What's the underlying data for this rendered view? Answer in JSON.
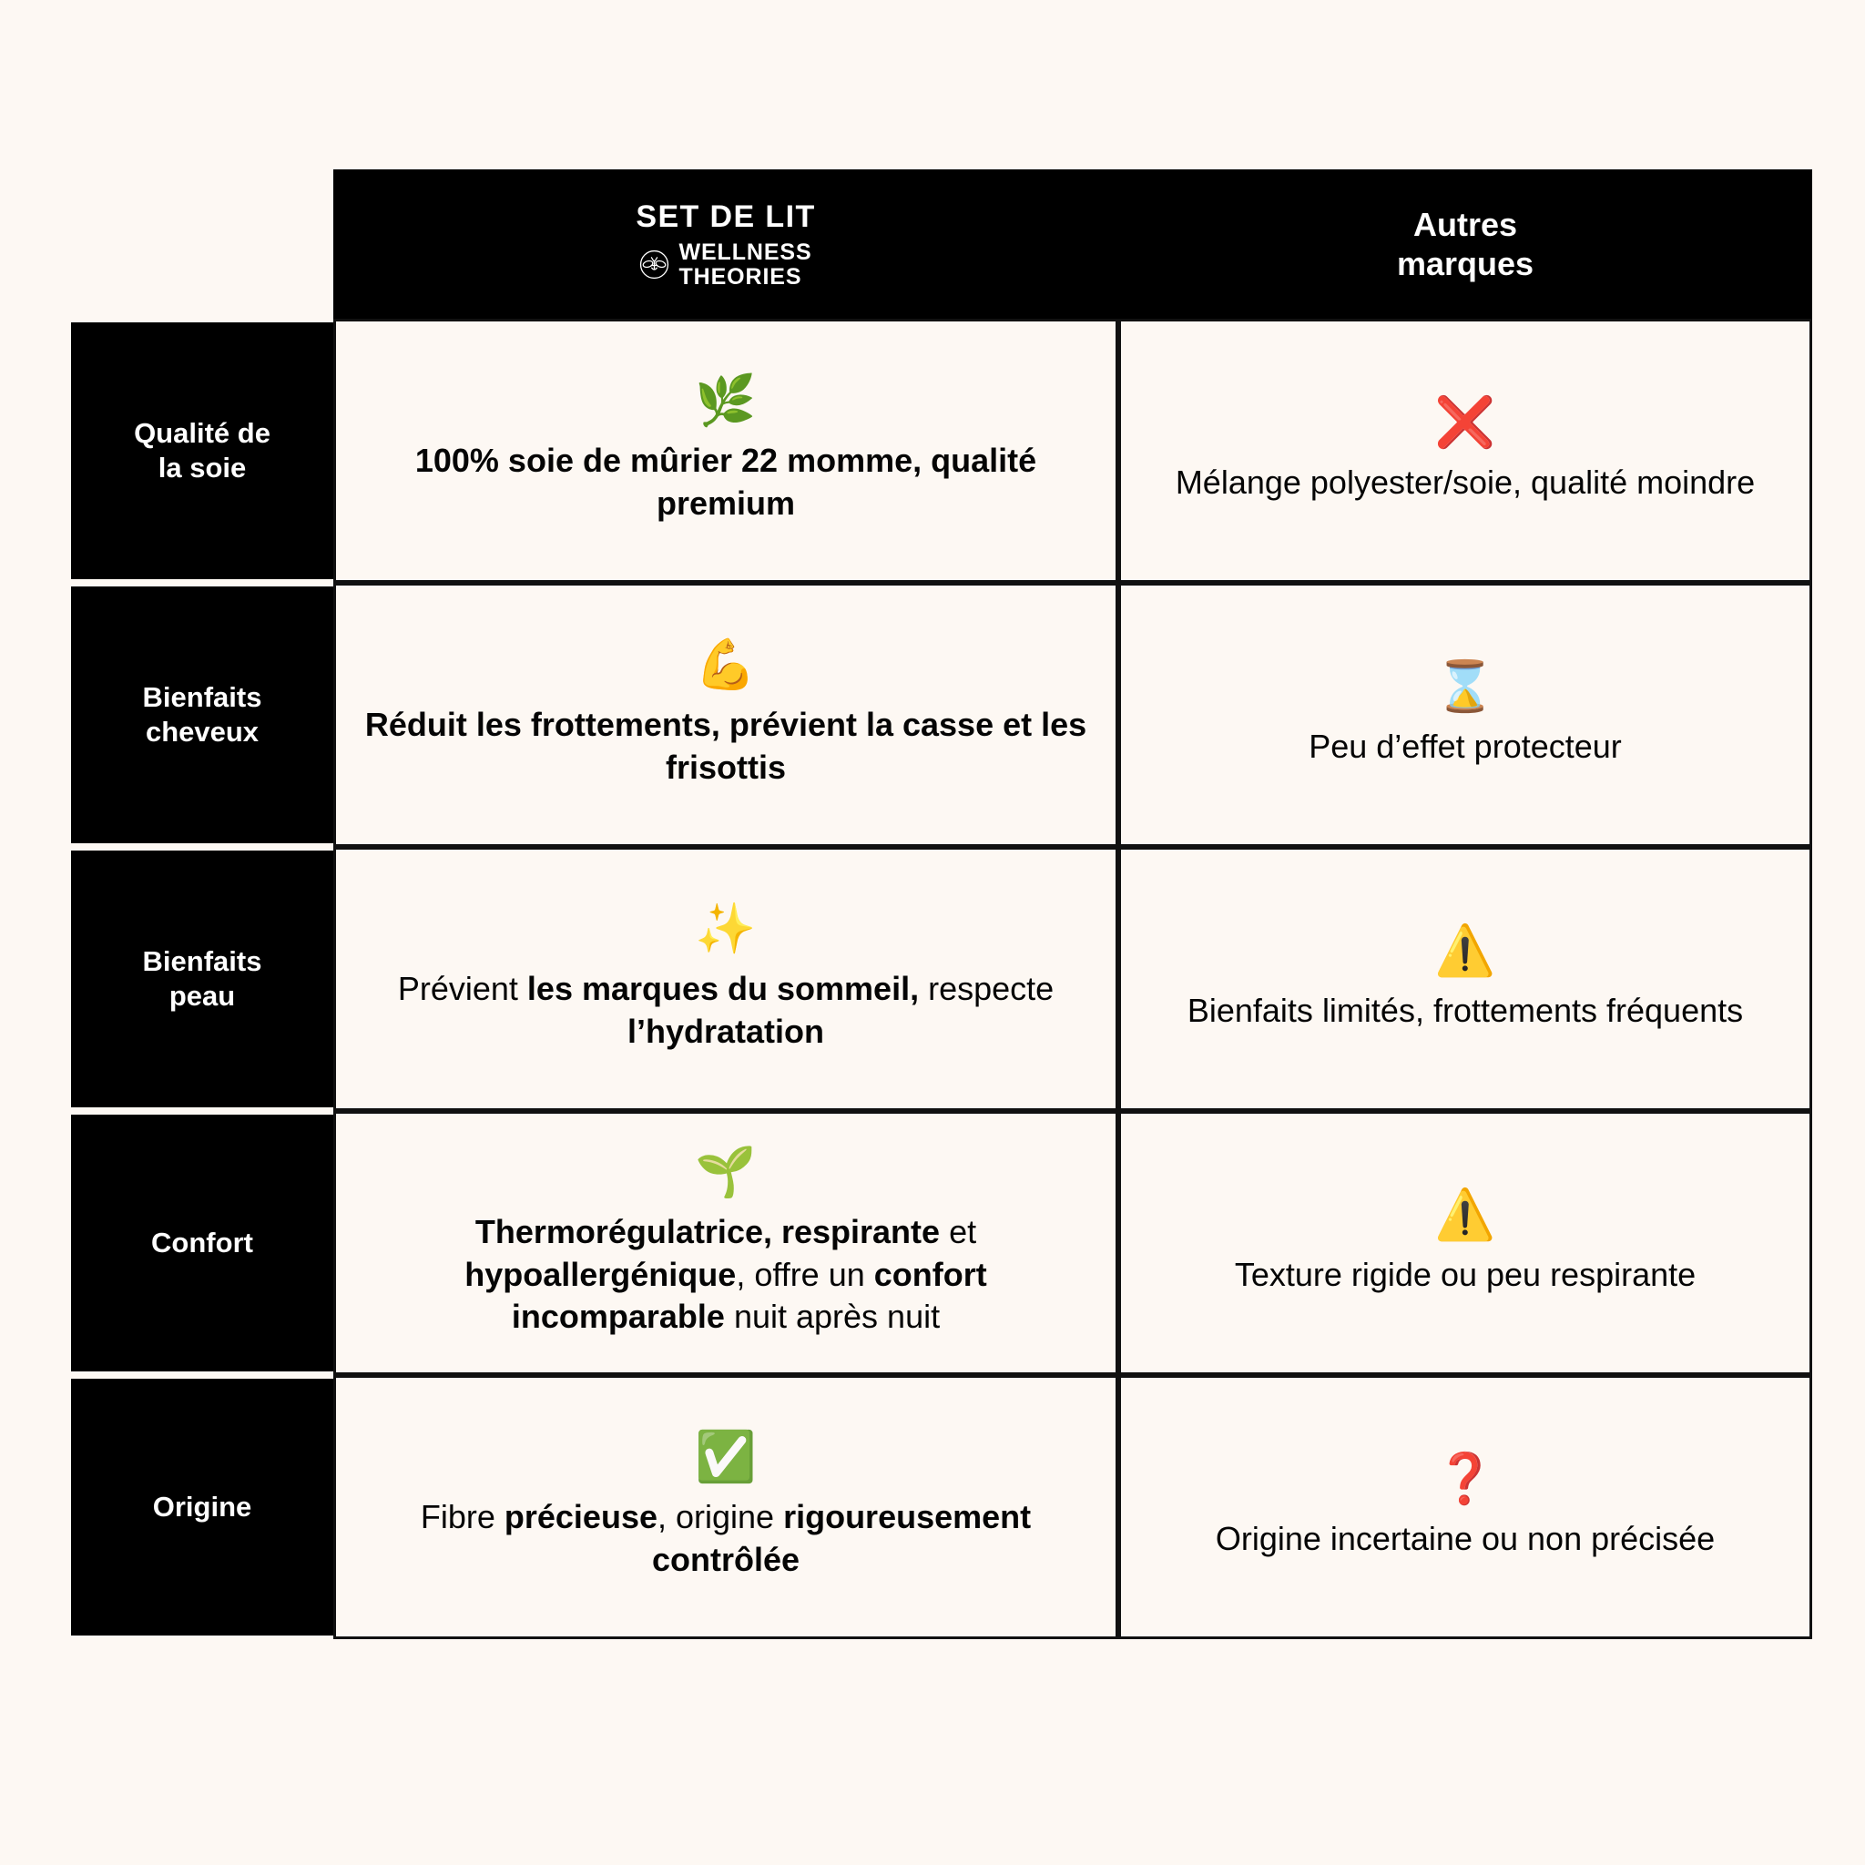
{
  "page": {
    "background_color": "#FDF8F3",
    "ink_color": "#000000"
  },
  "header": {
    "label_column_header": "",
    "brand": {
      "title": "SET DE LIT",
      "wordmark_line1": "WELLNESS",
      "wordmark_line2": "THEORIES",
      "logo_icon": "bee-circle-icon"
    },
    "other": {
      "title": "Autres\nmarques"
    }
  },
  "comparison_table": {
    "type": "table",
    "columns": [
      "",
      "SET DE LIT WELLNESS THEORIES",
      "Autres marques"
    ],
    "rows": [
      {
        "label": "Qualité de\nla soie",
        "brand": {
          "emoji": "🌿",
          "icon_name": "herb-icon",
          "text": "100% soie de mûrier 22 momme, qualité premium",
          "segments": [
            {
              "text": "100% soie de mûrier 22 momme, qualité premium",
              "bold": true
            }
          ]
        },
        "other": {
          "emoji": "❌",
          "icon_name": "cross-mark-icon",
          "icon_color": "#E01B24",
          "text": "Mélange polyester/soie, qualité moindre",
          "segments": [
            {
              "text": "Mélange polyester/soie, qualité moindre",
              "bold": false
            }
          ]
        }
      },
      {
        "label": "Bienfaits\ncheveux",
        "brand": {
          "emoji": "💪",
          "icon_name": "flexed-biceps-icon",
          "text": "Réduit les frottements, prévient la casse et les frisottis",
          "segments": [
            {
              "text": "Réduit les frottements, prévient la casse et les frisottis",
              "bold": true
            }
          ]
        },
        "other": {
          "emoji": "⌛",
          "icon_name": "hourglass-icon",
          "text": "Peu d’effet protecteur",
          "segments": [
            {
              "text": "Peu d’effet protecteur",
              "bold": false
            }
          ]
        }
      },
      {
        "label": "Bienfaits\npeau",
        "brand": {
          "emoji": "✨",
          "icon_name": "sparkles-icon",
          "text": "Prévient les marques du sommeil, respecte l’hydratation",
          "segments": [
            {
              "text": "Prévient ",
              "bold": false
            },
            {
              "text": "les marques du sommeil,",
              "bold": true
            },
            {
              "text": " respecte ",
              "bold": false
            },
            {
              "text": "l’hydratation",
              "bold": true
            }
          ]
        },
        "other": {
          "emoji": "⚠️",
          "icon_name": "warning-icon",
          "text": "Bienfaits limités, frottements fréquents",
          "segments": [
            {
              "text": "Bienfaits limités, frottements fréquents",
              "bold": false
            }
          ]
        }
      },
      {
        "label": "Confort",
        "brand": {
          "emoji": "🌱",
          "icon_name": "seedling-icon",
          "text": "Thermorégulatrice, respirante et hypoallergénique, offre un confort incomparable nuit après nuit",
          "segments": [
            {
              "text": "Thermorégulatrice, respirante",
              "bold": true
            },
            {
              "text": " et ",
              "bold": false
            },
            {
              "text": "hypoallergénique",
              "bold": true
            },
            {
              "text": ", offre un ",
              "bold": false
            },
            {
              "text": "confort incomparable",
              "bold": true
            },
            {
              "text": " nuit après nuit",
              "bold": false
            }
          ]
        },
        "other": {
          "emoji": "⚠️",
          "icon_name": "warning-icon",
          "text": "Texture rigide ou peu respirante",
          "segments": [
            {
              "text": "Texture rigide ou peu respirante",
              "bold": false
            }
          ]
        }
      },
      {
        "label": "Origine",
        "brand": {
          "emoji": "✅",
          "icon_name": "check-mark-button-icon",
          "text": "Fibre précieuse, origine rigoureusement contrôlée",
          "segments": [
            {
              "text": "Fibre ",
              "bold": false
            },
            {
              "text": "précieuse",
              "bold": true
            },
            {
              "text": ", origine ",
              "bold": false
            },
            {
              "text": "rigoureusement contrôlée",
              "bold": true
            }
          ]
        },
        "other": {
          "emoji": "❓",
          "icon_name": "question-mark-icon",
          "icon_color": "#D30D17",
          "text": "Origine incertaine ou non précisée",
          "segments": [
            {
              "text": "Origine incertaine ou non précisée",
              "bold": false
            }
          ]
        }
      }
    ]
  }
}
